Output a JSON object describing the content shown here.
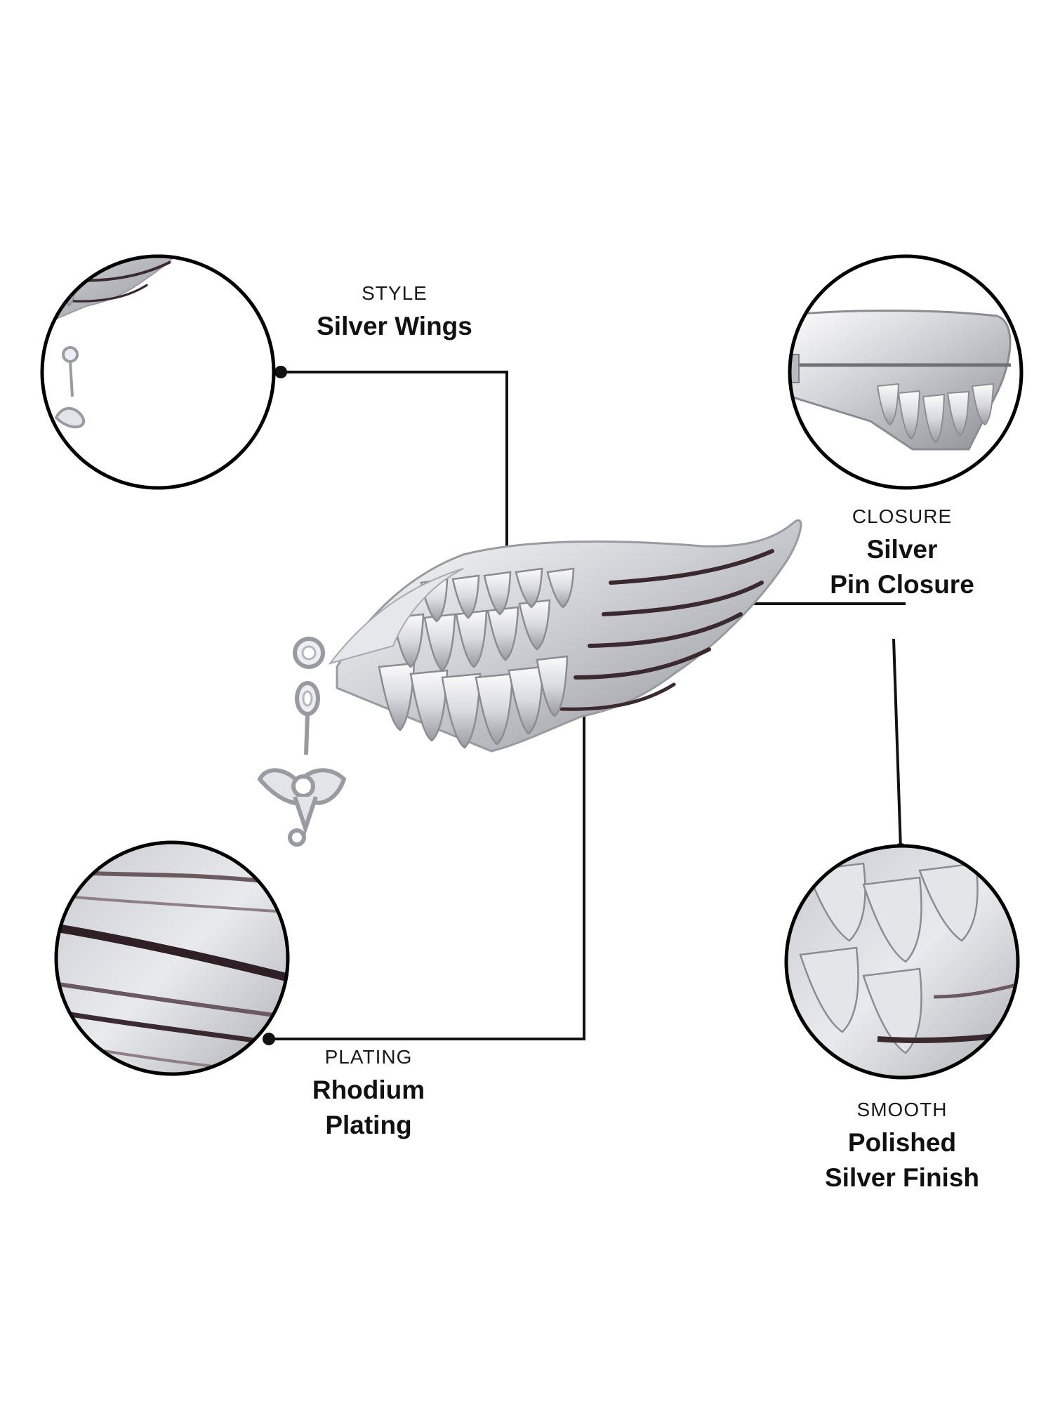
{
  "features": {
    "style": {
      "kicker": "STYLE",
      "line1": "Silver Wings",
      "line2": ""
    },
    "closure": {
      "kicker": "CLOSURE",
      "line1": "Silver",
      "line2": "Pin Closure"
    },
    "plating": {
      "kicker": "PLATING",
      "line1": "Rhodium",
      "line2": "Plating"
    },
    "smooth": {
      "kicker": "SMOOTH",
      "line1": "Polished",
      "line2": "Silver Finish"
    }
  },
  "colors": {
    "background": "#ffffff",
    "outline": "#000000",
    "silver_light": "#f2f2f4",
    "silver_mid": "#c9cacf",
    "silver_dark": "#8b8c92",
    "groove": "#3a2a30"
  },
  "images": {
    "main": "silver-wing-brooch",
    "zoom_style": "wing-front-detail",
    "zoom_closure": "pin-closure-back-detail",
    "zoom_plating": "rhodium-plating-closeup",
    "zoom_smooth": "polished-finish-closeup"
  }
}
